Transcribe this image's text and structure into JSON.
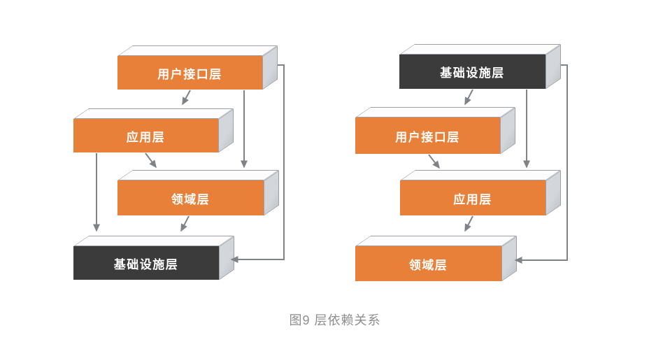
{
  "caption": "图9 层依赖关系",
  "colors": {
    "orange": "#E8803A",
    "dark": "#3B3B3B",
    "arrow": "#808386",
    "top_face": "#FCFCFC",
    "side_face": "#D3D6DA",
    "face_border": "#9BA1A7",
    "caption_text": "#8E8E8E",
    "box_text": "#FFFFFF",
    "background": "#FFFFFF"
  },
  "diagram_left": {
    "boxes": [
      {
        "label": "用户接口层",
        "variant": "orange"
      },
      {
        "label": "应用层",
        "variant": "orange"
      },
      {
        "label": "领域层",
        "variant": "orange"
      },
      {
        "label": "基础设施层",
        "variant": "dark"
      }
    ],
    "edges": [
      {
        "from": "用户接口层",
        "to": "应用层"
      },
      {
        "from": "用户接口层",
        "to": "领域层"
      },
      {
        "from": "用户接口层",
        "to": "基础设施层"
      },
      {
        "from": "应用层",
        "to": "领域层"
      },
      {
        "from": "应用层",
        "to": "基础设施层"
      },
      {
        "from": "领域层",
        "to": "基础设施层"
      }
    ]
  },
  "diagram_right": {
    "boxes": [
      {
        "label": "基础设施层",
        "variant": "dark"
      },
      {
        "label": "用户接口层",
        "variant": "orange"
      },
      {
        "label": "应用层",
        "variant": "orange"
      },
      {
        "label": "领域层",
        "variant": "orange"
      }
    ],
    "edges": [
      {
        "from": "基础设施层",
        "to": "用户接口层"
      },
      {
        "from": "基础设施层",
        "to": "应用层"
      },
      {
        "from": "基础设施层",
        "to": "领域层"
      },
      {
        "from": "用户接口层",
        "to": "应用层"
      },
      {
        "from": "应用层",
        "to": "领域层"
      }
    ]
  }
}
